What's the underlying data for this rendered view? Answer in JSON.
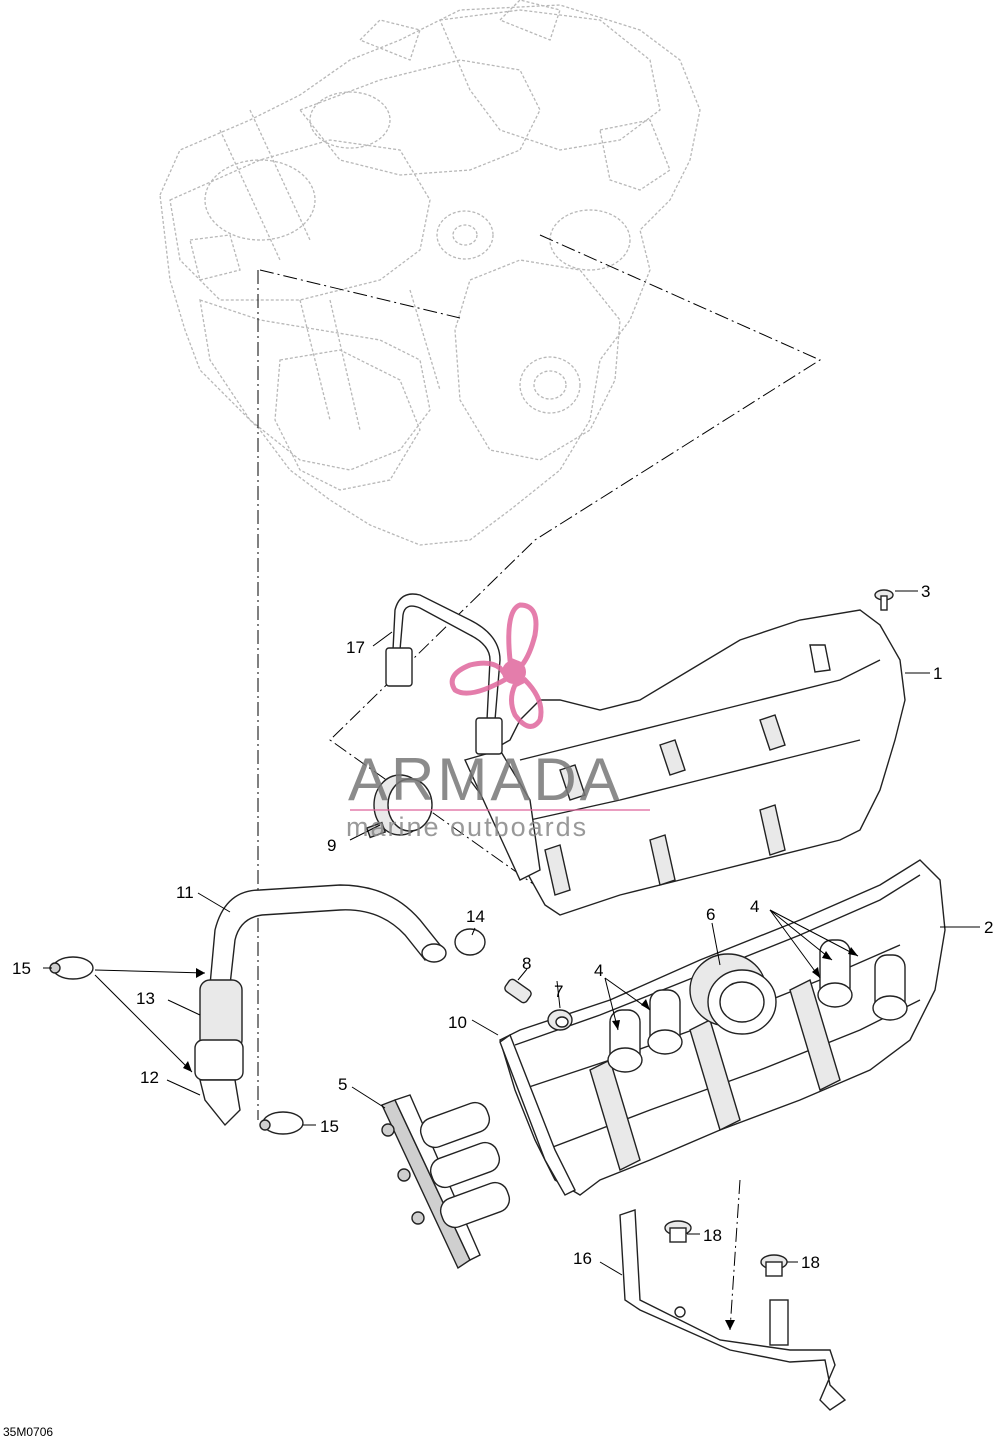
{
  "diagram_code": "35M0706",
  "watermark": {
    "brand": "ARMADA",
    "tagline": "marine outboards",
    "accent_color": "#e0679d"
  },
  "callouts": {
    "c1": "1",
    "c2": "2",
    "c3": "3",
    "c4a": "4",
    "c4b": "4",
    "c5": "5",
    "c6": "6",
    "c7": "7",
    "c8": "8",
    "c9": "9",
    "c10": "10",
    "c11": "11",
    "c12": "12",
    "c13": "13",
    "c14": "14",
    "c15a": "15",
    "c15b": "15",
    "c16": "16",
    "c17": "17",
    "c18a": "18",
    "c18b": "18"
  }
}
